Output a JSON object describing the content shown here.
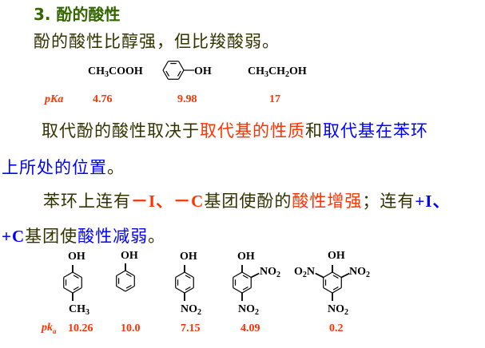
{
  "title": "3. 酚的酸性",
  "intro": "酚的酸性比醇强，但比羧酸弱。",
  "row1": {
    "acetic": {
      "a": "CH",
      "s": "3",
      "b": "COOH"
    },
    "phenol_oh": "OH",
    "ethanol": {
      "a": "CH",
      "s1": "3",
      "b": "CH",
      "s2": "2",
      "c": "OH"
    },
    "pka_label": "pKa",
    "pka_values": [
      "4.76",
      "9.98",
      "17"
    ]
  },
  "para1": {
    "p1": "取代酚的酸性取决于",
    "p2": "取代基的性质",
    "p3": "和",
    "p4": "取代基在苯环",
    "p5": "上所处的位置",
    "p6": "。"
  },
  "para2": {
    "p1": "苯环上连有",
    "p2": "－I、－C",
    "p3": "基团使酚的",
    "p4": "酸性增强",
    "p5": "；连有",
    "p6": "+I、",
    "p7": "+C",
    "p8": "基团使",
    "p9": "酸性减弱",
    "p10": "。"
  },
  "row2": {
    "oh": "OH",
    "ch3": {
      "a": "CH",
      "s": "3"
    },
    "no2": {
      "a": "NO",
      "s": "2"
    },
    "o2n": {
      "a": "O",
      "s": "2",
      "b": "N"
    },
    "pka_label": {
      "a": "pk",
      "s": "a"
    },
    "pka_values": [
      "10.26",
      "10.0",
      "7.15",
      "4.09",
      "0.2"
    ]
  },
  "colors": {
    "title": "#336600",
    "text": "#333300",
    "red": "#ff3300",
    "blue": "#0000ff"
  }
}
